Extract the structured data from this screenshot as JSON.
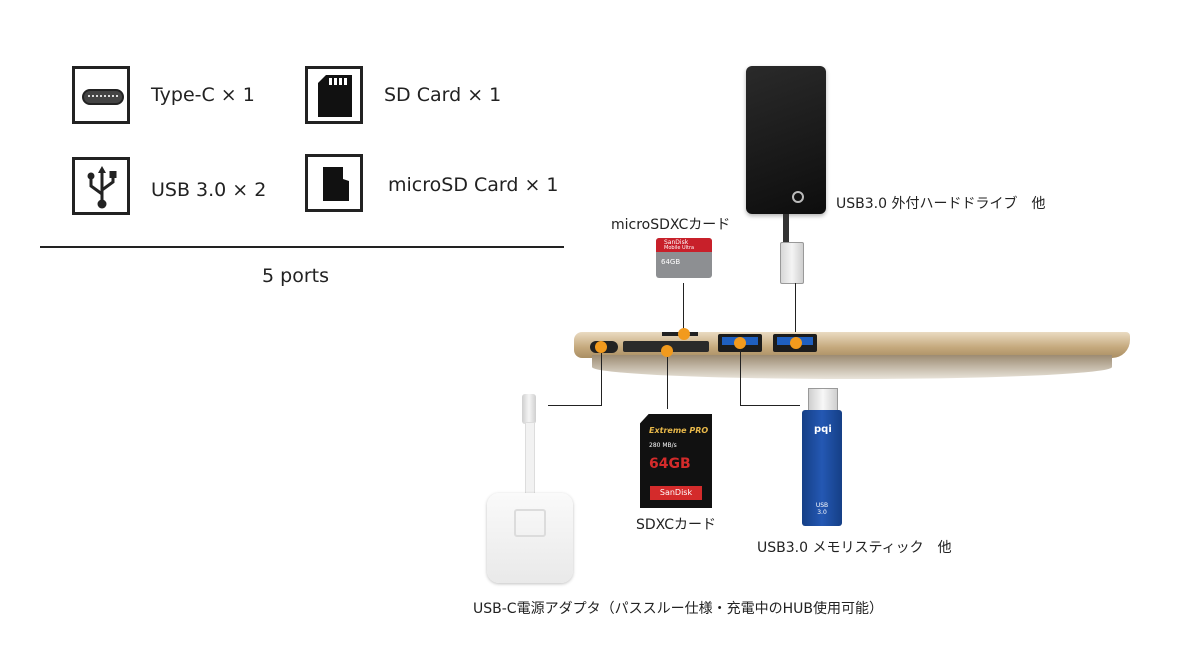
{
  "ports": [
    {
      "label": "Type-C × 1",
      "icon": "usb-c-port-icon"
    },
    {
      "label": "SD Card × 1",
      "icon": "sd-card-icon"
    },
    {
      "label": "USB 3.0 × 2",
      "icon": "usb-symbol-icon"
    },
    {
      "label": "microSD Card × 1",
      "icon": "microsd-card-icon"
    }
  ],
  "summary": "5 ports",
  "captions": {
    "hdd": "USB3.0 外付ハードドライブ　他",
    "microsd": "microSDXCカード",
    "sdxc": "SDXCカード",
    "memory": "USB3.0 メモリスティック　他",
    "adapter": "USB-C電源アダプタ（パススルー仕様・充電中のHUB使用可能）"
  },
  "products": {
    "microsd_card": {
      "brand": "SanDisk",
      "line": "Mobile Ultra",
      "capacity": "64GB"
    },
    "sd_card": {
      "line": "Extreme PRO",
      "speed": "280 MB/s",
      "capacity": "64GB",
      "brand": "SanDisk"
    },
    "usb_stick": {
      "brand": "pqi",
      "spec": "USB 3.0"
    }
  },
  "colors": {
    "accent": "#f29a1d",
    "hub": "#c8ad83",
    "usb_blue": "#1f5fbf"
  }
}
